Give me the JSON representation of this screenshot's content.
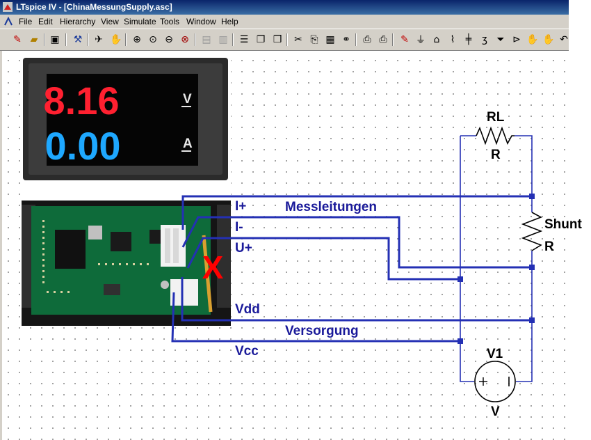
{
  "window": {
    "title": "LTspice IV - [ChinaMessungSupply.asc]"
  },
  "menu": [
    "File",
    "Edit",
    "Hierarchy",
    "View",
    "Simulate",
    "Tools",
    "Window",
    "Help"
  ],
  "meter": {
    "voltage_reading": "8.16",
    "current_reading": "0.00",
    "voltage_unit": "V",
    "current_unit": "A"
  },
  "labels": {
    "i_plus": "I+",
    "i_minus": "I-",
    "u_plus": "U+",
    "vdd": "Vdd",
    "vcc": "Vcc",
    "messleitungen": "Messleitungen",
    "versorgung": "Versorgung",
    "rl_name": "RL",
    "rl_value": "R",
    "shunt_name": "Shunt",
    "shunt_value": "R",
    "v1_name": "V1",
    "v1_value": "V",
    "cross_mark": "X"
  },
  "colors": {
    "wire": "#2430b4",
    "label": "#1a1a9a",
    "component": "#000000",
    "voltage_digits": "#ff2030",
    "current_digits": "#1ea8ff",
    "pcb": "#0e6b3a",
    "cross": "#ff0000"
  }
}
